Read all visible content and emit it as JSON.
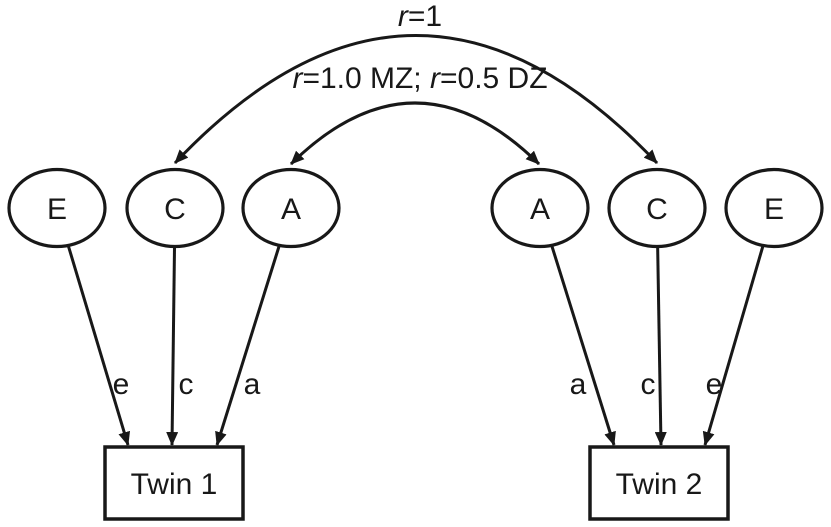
{
  "colors": {
    "line": "#181818",
    "bg": "#ffffff",
    "text": "#181818"
  },
  "arc_labels": {
    "c_correlation": {
      "r1": "r",
      "rest1": "=1"
    },
    "a_correlation": {
      "r1": "r",
      "rest1": "=1.0 MZ; ",
      "r2": "r",
      "rest2": "=0.5 DZ"
    }
  },
  "latent": {
    "left": [
      "E",
      "C",
      "A"
    ],
    "right": [
      "A",
      "C",
      "E"
    ]
  },
  "paths": {
    "left": [
      "e",
      "c",
      "a"
    ],
    "right": [
      "a",
      "c",
      "e"
    ]
  },
  "observed": {
    "left": "Twin 1",
    "right": "Twin 2"
  }
}
